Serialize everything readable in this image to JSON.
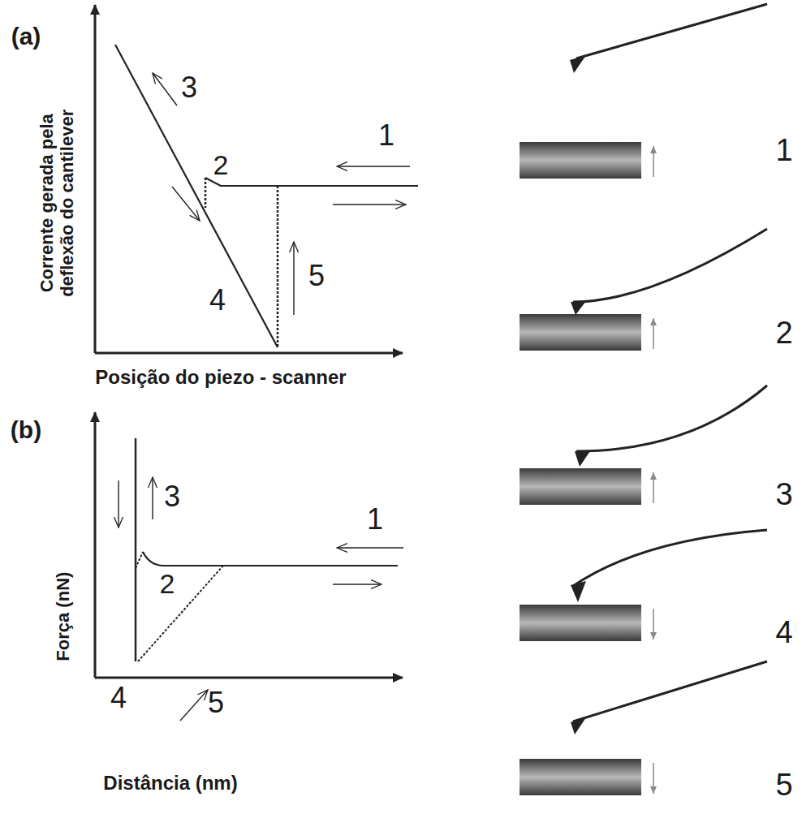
{
  "diagram": {
    "labels": [
      "(a)",
      "Corrente gerada pela deflexão do cantilever",
      "Posição do piezo - scanner",
      "3",
      "1",
      "2",
      "5",
      "4",
      "(b)",
      "Força (nN)",
      "Distância (nm)",
      "3",
      "1",
      "2",
      "5",
      "4",
      "1",
      "2",
      "3",
      "4",
      "5"
    ]
  }
}
